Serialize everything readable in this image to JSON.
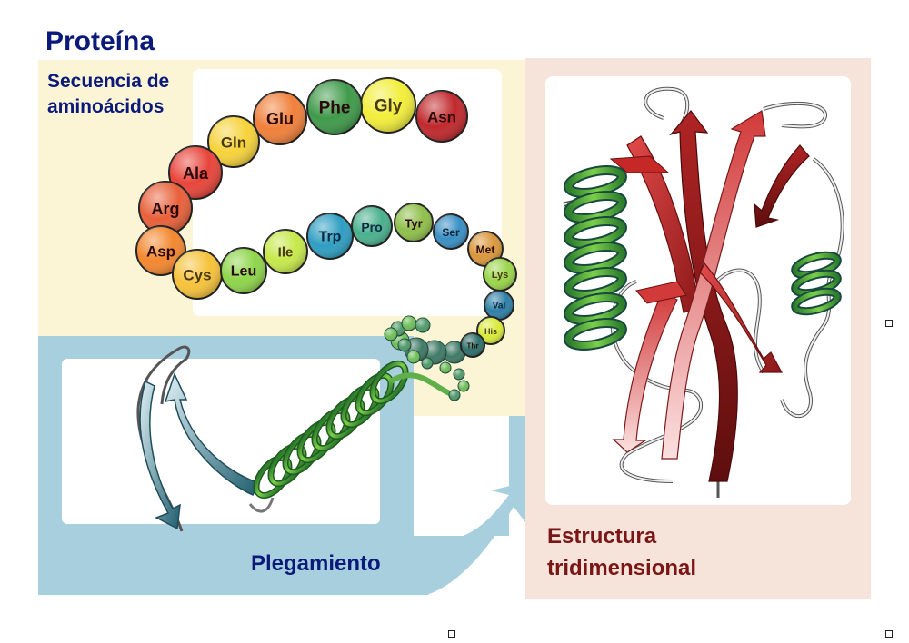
{
  "title": "Proteína",
  "sections": {
    "sequence_label_line1": "Secuencia de",
    "sequence_label_line2": "aminoácidos",
    "folding_label": "Plegamiento",
    "structure_label_line1": "Estructura",
    "structure_label_line2": "tridimensional"
  },
  "colors": {
    "title": "#0b1a7a",
    "structure_label": "#7a1616",
    "sequence_panel_bg": "#fbf5d6",
    "folding_panel_bg": "#a8cfdd",
    "structure_panel_bg": "#f6e3da"
  },
  "amino_acids": [
    {
      "label": "Asn",
      "color": "#c0282c"
    },
    {
      "label": "Gly",
      "color": "#f2ee3a"
    },
    {
      "label": "Phe",
      "color": "#3f9a4a"
    },
    {
      "label": "Glu",
      "color": "#f0803a"
    },
    {
      "label": "Gln",
      "color": "#f6d23a"
    },
    {
      "label": "Ala",
      "color": "#e8443a"
    },
    {
      "label": "Arg",
      "color": "#e8603a"
    },
    {
      "label": "Asp",
      "color": "#f3872f"
    },
    {
      "label": "Cys",
      "color": "#f6c23a"
    },
    {
      "label": "Leu",
      "color": "#8ed54a"
    },
    {
      "label": "Ile",
      "color": "#c6e84a"
    },
    {
      "label": "Trp",
      "color": "#2f9ec2"
    },
    {
      "label": "Pro",
      "color": "#49b08e"
    },
    {
      "label": "Tyr",
      "color": "#8fbf4a"
    },
    {
      "label": "Ser",
      "color": "#3a8fc4"
    },
    {
      "label": "Met",
      "color": "#d9963a"
    },
    {
      "label": "Lys",
      "color": "#9ad54a"
    },
    {
      "label": "Val",
      "color": "#2e7fa6"
    },
    {
      "label": "His",
      "color": "#d9ea3a"
    },
    {
      "label": "Thr",
      "color": "#2e6f6a"
    }
  ]
}
